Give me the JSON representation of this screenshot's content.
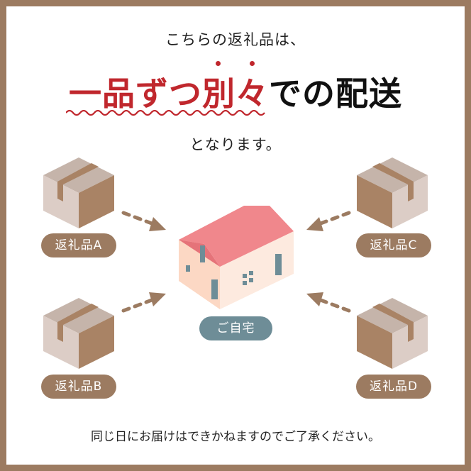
{
  "intro_text": "こちらの返礼品は、",
  "headline": {
    "red_part": "一品ずつ別々",
    "black_part": "での配送",
    "emphasis_dots": 2,
    "accent_color": "#c0272d"
  },
  "sub_text": "となります。",
  "items": [
    {
      "label": "返礼品A",
      "position": "top-left"
    },
    {
      "label": "返礼品B",
      "position": "bottom-left"
    },
    {
      "label": "返礼品C",
      "position": "top-right"
    },
    {
      "label": "返礼品D",
      "position": "bottom-right"
    }
  ],
  "home": {
    "label": "ご自宅"
  },
  "footer_note": "同じ日にお届けはできかねますのでご了承ください。",
  "colors": {
    "frame": "#9c7b61",
    "pill": "#9c7b61",
    "home_pill": "#6e8d97",
    "roof": "#f0878c",
    "wall": "#fcdcc8",
    "box_light": "#dccdc6",
    "box_dark": "#a98365"
  }
}
